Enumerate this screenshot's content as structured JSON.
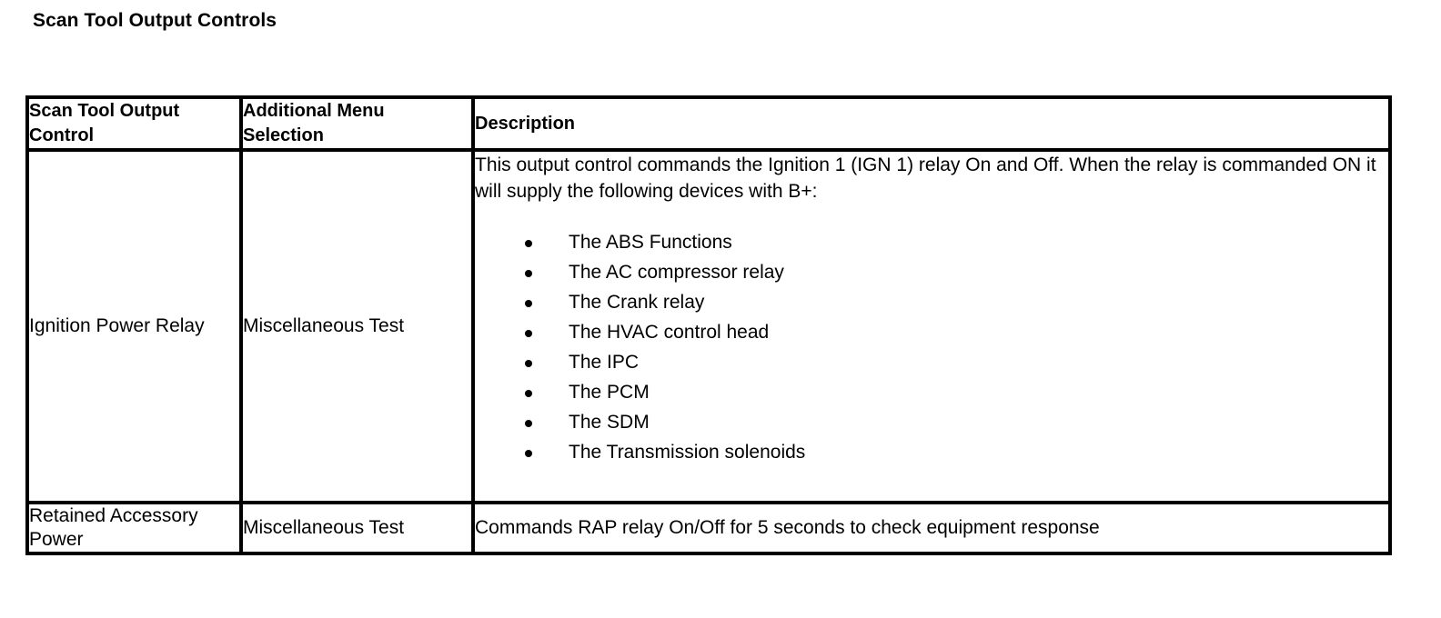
{
  "document": {
    "title": "Scan Tool Output Controls",
    "background_color": "#ffffff",
    "text_color": "#000000"
  },
  "table": {
    "columns": [
      {
        "key": "control",
        "header": "Scan Tool Output Control"
      },
      {
        "key": "menu",
        "header": "Additional Menu Selection"
      },
      {
        "key": "description",
        "header": "Description"
      }
    ],
    "header_lines": {
      "col1_line1": "Scan Tool Output",
      "col1_line2": "Control",
      "col2_line1": "Additional Menu",
      "col2_line2": "Selection",
      "col3_line1": "Description"
    },
    "rows": [
      {
        "control": "Ignition Power Relay",
        "menu": "Miscellaneous Test",
        "description_paragraph": "This output control commands the Ignition 1 (IGN 1) relay On and Off. When the relay is commanded ON it will supply the following devices with B+:",
        "description_bullets": [
          "The ABS Functions",
          "The AC compressor relay",
          "The Crank relay",
          "The HVAC control head",
          "The IPC",
          "The PCM",
          "The SDM",
          "The Transmission solenoids"
        ]
      },
      {
        "control": "Retained Accessory Power",
        "menu": "Miscellaneous Test",
        "description_paragraph": "Commands RAP relay On/Off for 5 seconds to check equipment response",
        "description_bullets": []
      }
    ]
  }
}
